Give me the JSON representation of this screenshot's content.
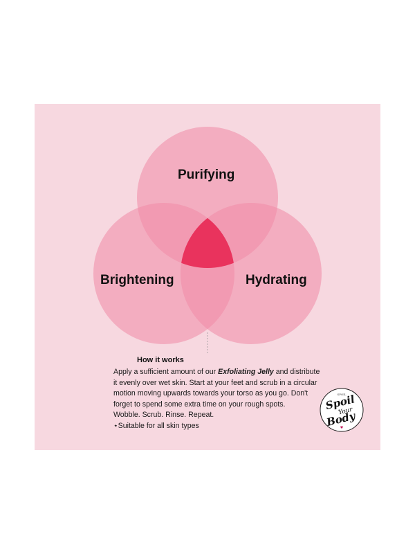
{
  "venn": {
    "circles": [
      {
        "label": "Purifying"
      },
      {
        "label": "Brightening"
      },
      {
        "label": "Hydrating"
      }
    ]
  },
  "how_it_works": {
    "title": "How it works",
    "paragraph_before": "Apply a sufficient amount of our ",
    "product_name": "Exfoliating Jelly",
    "paragraph_after": " and distribute it evenly over wet skin. Start at your feet and scrub in a circular motion moving upwards towards your torso as you go. Don't forget to spend some extra time on your rough spots.",
    "tagline": "Wobble. Scrub. Rinse. Repeat.",
    "note": "⋆Suitable for all skin types"
  },
  "logo": {
    "line1": "Spoil",
    "line2": "Your",
    "line3": "Body",
    "small_text": "SPOIL"
  },
  "colors": {
    "panel_background": "#f7d8e0",
    "circle_fill": "#f08aa5",
    "center_fill": "#e8224f"
  }
}
